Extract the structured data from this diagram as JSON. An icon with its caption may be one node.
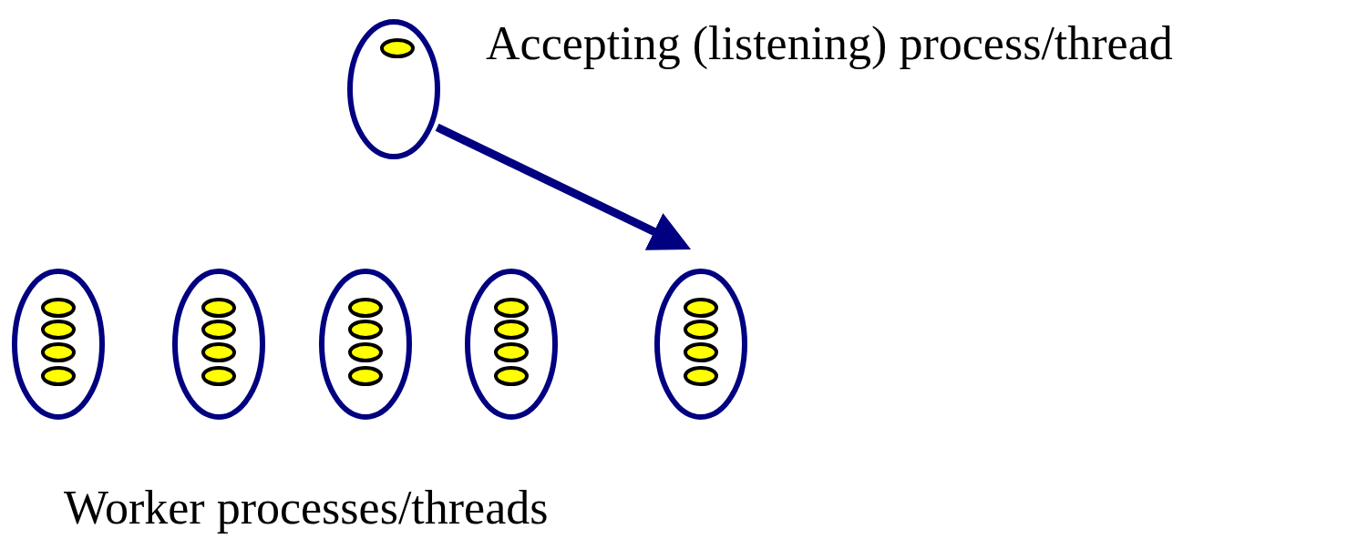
{
  "diagram": {
    "nodes": [
      {
        "text": [],
        "shape": "ellipse"
      },
      {
        "text": [],
        "shape": "ellipse"
      },
      {
        "text": [],
        "shape": "ellipse"
      },
      {
        "text": [],
        "shape": "ellipse"
      },
      {
        "text": [],
        "shape": "ellipse"
      },
      {
        "text": [],
        "shape": "ellipse"
      }
    ],
    "edges": [
      {
        "from": 0,
        "to": 5,
        "arrow": "to",
        "color": "#000080"
      }
    ],
    "labels": [
      "Accepting (listening) process/thread",
      "Worker processes/threads"
    ]
  }
}
